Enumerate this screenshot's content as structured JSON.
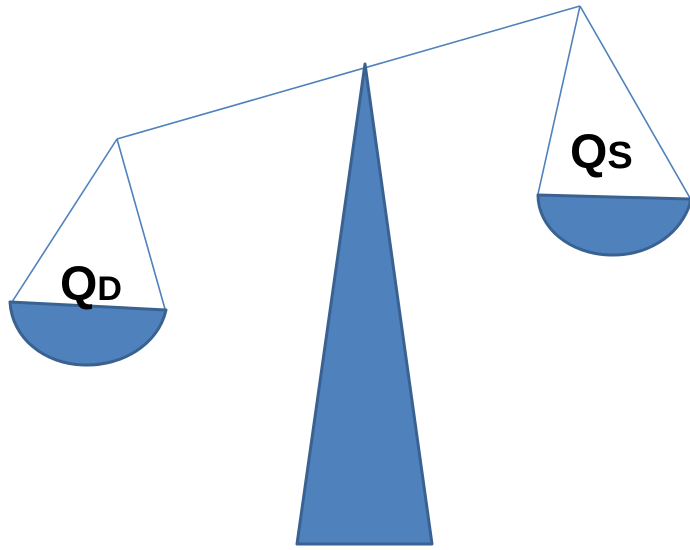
{
  "diagram": {
    "type": "balance-scale",
    "colors": {
      "fill": "#4f81bd",
      "stroke": "#3a6291",
      "line": "#4f81bd",
      "text": "#000000"
    },
    "left_pan": {
      "label_main": "Q",
      "label_sub": "D",
      "position": "lower"
    },
    "right_pan": {
      "label_main": "Q",
      "label_sub": "S",
      "position": "higher"
    }
  }
}
